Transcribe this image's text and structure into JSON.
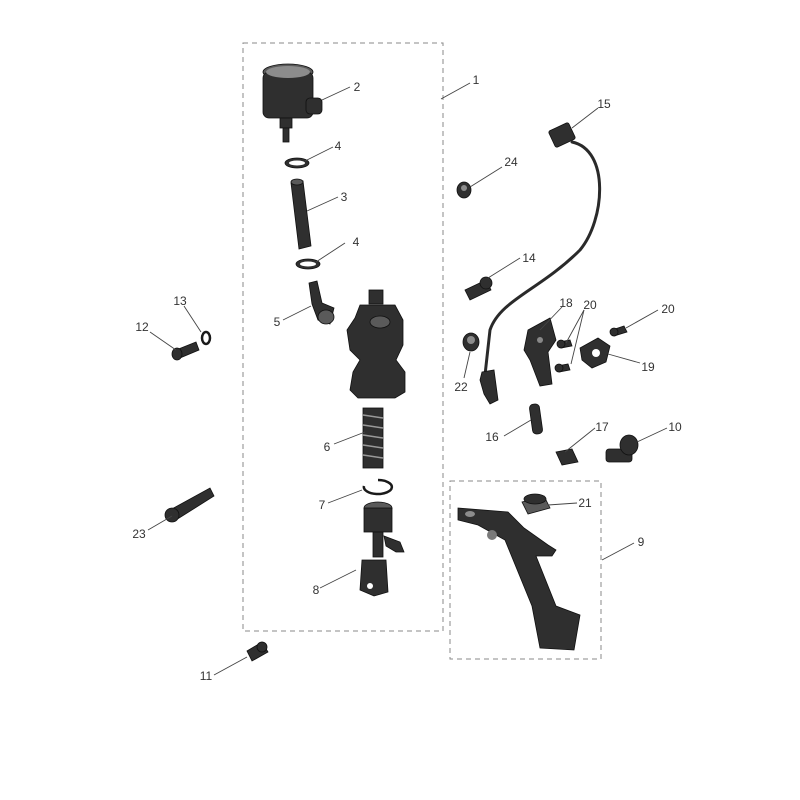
{
  "diagram": {
    "type": "exploded-parts-view",
    "callouts": [
      {
        "id": "c1",
        "label": "1"
      },
      {
        "id": "c2",
        "label": "2"
      },
      {
        "id": "c3",
        "label": "3"
      },
      {
        "id": "c4a",
        "label": "4"
      },
      {
        "id": "c4b",
        "label": "4"
      },
      {
        "id": "c5",
        "label": "5"
      },
      {
        "id": "c6",
        "label": "6"
      },
      {
        "id": "c7",
        "label": "7"
      },
      {
        "id": "c8",
        "label": "8"
      },
      {
        "id": "c9",
        "label": "9"
      },
      {
        "id": "c10",
        "label": "10"
      },
      {
        "id": "c11",
        "label": "11"
      },
      {
        "id": "c12",
        "label": "12"
      },
      {
        "id": "c13",
        "label": "13"
      },
      {
        "id": "c14",
        "label": "14"
      },
      {
        "id": "c15",
        "label": "15"
      },
      {
        "id": "c16",
        "label": "16"
      },
      {
        "id": "c17",
        "label": "17"
      },
      {
        "id": "c18",
        "label": "18"
      },
      {
        "id": "c19",
        "label": "19"
      },
      {
        "id": "c20a",
        "label": "20"
      },
      {
        "id": "c20b",
        "label": "20"
      },
      {
        "id": "c21",
        "label": "21"
      },
      {
        "id": "c22",
        "label": "22"
      },
      {
        "id": "c23",
        "label": "23"
      },
      {
        "id": "c24",
        "label": "24"
      }
    ]
  }
}
